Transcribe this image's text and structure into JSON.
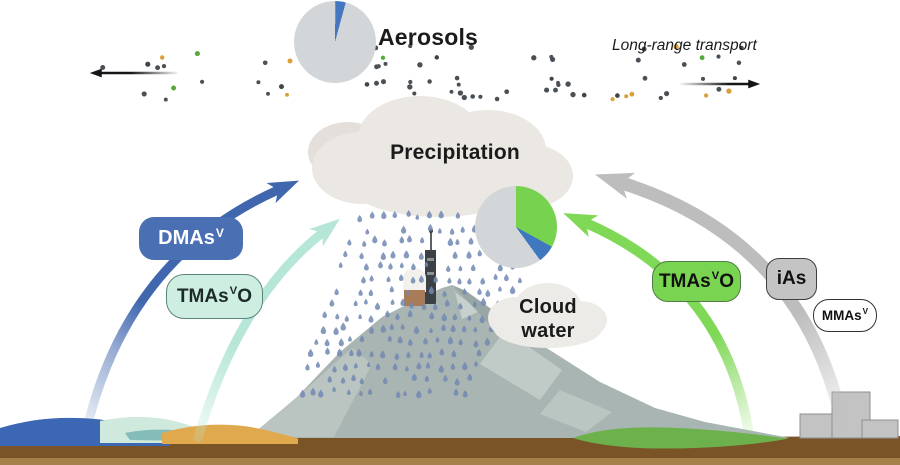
{
  "labels": {
    "aerosols": "Aerosols",
    "long_range_transport": "Long-range transport",
    "precipitation": "Precipitation",
    "cloud_water_line1": "Cloud",
    "cloud_water_line2": "water"
  },
  "species_tags": {
    "dmas": {
      "main": "DMAs",
      "sup": "V"
    },
    "tmaso_sea": {
      "main": "TMAs",
      "sup": "V",
      "suffix": "O"
    },
    "tmaso_land": {
      "main": "TMAs",
      "sup": "V",
      "suffix": "O"
    },
    "ias": {
      "main": "iAs"
    },
    "mmas": {
      "main": "MMAs",
      "sup": "V"
    }
  },
  "colors": {
    "dmas_blue": "#4a6fb2",
    "tmaso_mint": "#cfeee2",
    "tmaso_green": "#79d551",
    "ias_gray": "#c4c4c4",
    "arrow_blue": "#4067ae",
    "arrow_mint": "#b5e6d7",
    "arrow_green": "#7fd856",
    "arrow_gray": "#bdbdbd",
    "pie_gray": "#d3d6d9",
    "pie_green": "#76d24f",
    "pie_blue": "#4477c0"
  },
  "chart_data": [
    {
      "type": "pie",
      "title": "Aerosols",
      "start_angle_deg": -10,
      "slices": [
        {
          "label": "green (TMAsVO)",
          "value": 3,
          "color": "#76d24f"
        },
        {
          "label": "blue (DMAsV)",
          "value": 4,
          "color": "#4477c0"
        },
        {
          "label": "gray (iAs)",
          "value": 93,
          "color": "#d3d6d9"
        }
      ]
    },
    {
      "type": "pie",
      "title": "Cloud water",
      "start_angle_deg": 0,
      "slices": [
        {
          "label": "green (TMAsVO)",
          "value": 33,
          "color": "#76d24f"
        },
        {
          "label": "blue (DMAsV)",
          "value": 7,
          "color": "#3f78bf"
        },
        {
          "label": "gray (iAs)",
          "value": 60,
          "color": "#d3d6d9"
        }
      ]
    }
  ],
  "decor": {
    "aerosol_dots": {
      "count": 80,
      "colors": [
        "#4a5056",
        "#4a5056",
        "#4a5056",
        "#4a5056",
        "#4a5056",
        "#4a5056",
        "#4a5056",
        "#3d444a",
        "#55a83a",
        "#dc9f3c"
      ]
    },
    "rain": {
      "color": "#7289b3"
    }
  }
}
